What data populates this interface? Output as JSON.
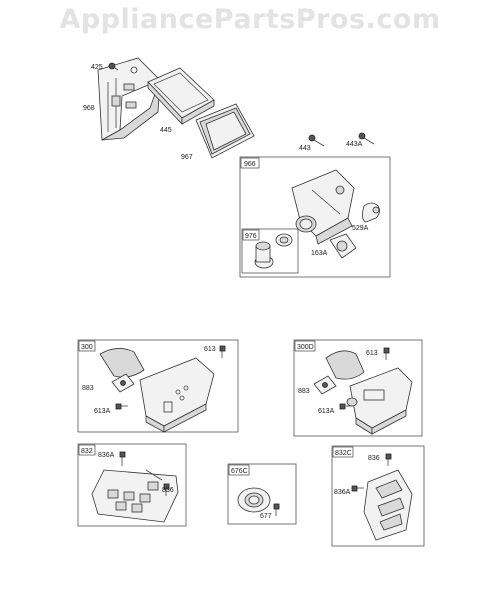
{
  "watermark": "AppliancePartsPros.com",
  "parts": {
    "p425": "425",
    "p968": "968",
    "p445": "445",
    "p967": "967",
    "p443": "443",
    "p443a": "443A",
    "p966": "966",
    "p529a": "529A",
    "p976": "976",
    "p163a": "163A",
    "p300": "300",
    "p613_left": "613",
    "p883_left": "883",
    "p613a_left": "613A",
    "p300d": "300D",
    "p613_right": "613",
    "p883_right": "883",
    "p613a_right": "613A",
    "p832": "832",
    "p836a_left": "836A",
    "p836_left": "836",
    "p676c": "676C",
    "p677": "677",
    "p832c": "832C",
    "p836_right": "836",
    "p836a_right": "836A"
  }
}
